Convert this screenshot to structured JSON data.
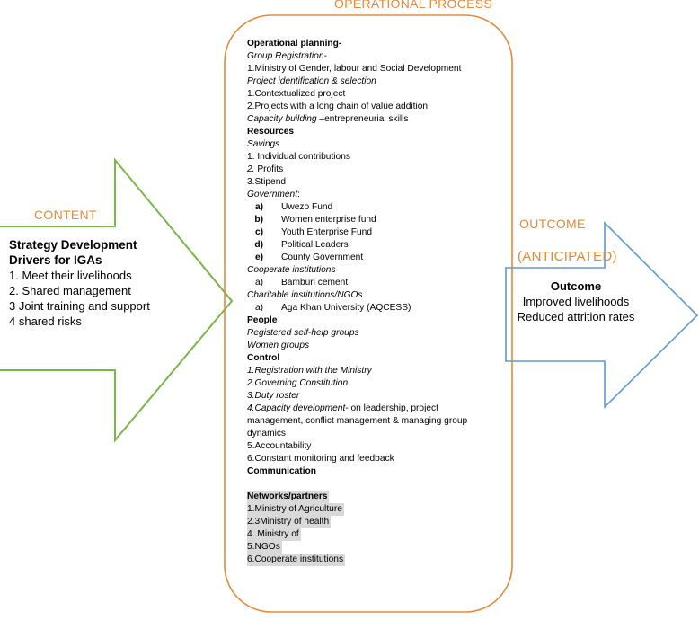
{
  "headers": {
    "process": "OPERATIONAL PROCESS",
    "content": "CONTENT",
    "outcome": "OUTCOME",
    "anticipated": "(ANTICIPATED)"
  },
  "colors": {
    "content_arrow": "#7ab648",
    "process_box": "#e8893a",
    "outcome_arrow": "#5b9bd5",
    "header_text": "#e8893a"
  },
  "content": {
    "title_line1": "Strategy Development",
    "title_line2": "Drivers for IGAs",
    "items": [
      "1. Meet their livelihoods",
      "2. Shared management",
      "3 Joint training and support",
      "4 shared risks"
    ]
  },
  "process": {
    "op_planning": "Operational planning-",
    "group_registration": "Group Registration-",
    "gr_1": "1.Ministry of Gender, labour and Social Development",
    "project_id": "Project identification & selection",
    "pi_1": "1.Contextualized project",
    "pi_2": "2.Projects with a long chain of value addition",
    "capacity_building_label": "Capacity building",
    "capacity_building_rest": " –entrepreneurial skills",
    "resources": "Resources",
    "savings": "Savings",
    "sv_1": "1. Individual contributions",
    "sv_2_num": "2.",
    "sv_2_text": " Profits",
    "sv_3": "3.Stipend",
    "government_label": "Government",
    "government_colon": ":",
    "gov_items": [
      {
        "letter": "a)",
        "text": "Uwezo Fund"
      },
      {
        "letter": "b)",
        "text": "Women enterprise fund"
      },
      {
        "letter": "c)",
        "text": "Youth Enterprise Fund"
      },
      {
        "letter": "d)",
        "text": "Political Leaders"
      },
      {
        "letter": "e)",
        "text": "County Government"
      }
    ],
    "cooperate": "Cooperate institutions",
    "coop_letter": "a)",
    "coop_text": "Bamburi cement",
    "charitable": "Charitable institutions/NGOs",
    "char_letter": "a)",
    "char_text": "Aga Khan University (AQCESS)",
    "people": "People",
    "people_1": "Registered self-help groups",
    "people_2": "Women groups",
    "control": "Control",
    "ctrl_1": "1.Registration with the Ministry",
    "ctrl_2": "2.Governing Constitution",
    "ctrl_3": "3.Duty roster",
    "ctrl_4_label": "4.Capacity development",
    "ctrl_4_rest1": "- on leadership, project",
    "ctrl_4_rest2": "management, conflict management & managing group",
    "ctrl_4_rest3": "dynamics",
    "ctrl_5": "5.Accountability",
    "ctrl_6": "6.Constant monitoring and feedback",
    "communication": "Communication",
    "networks": "Networks/partners",
    "net_items": [
      "1.Ministry of Agriculture",
      "2.3Ministry of health",
      "4..Ministry of",
      "5.NGOs",
      "6.Cooperate institutions"
    ]
  },
  "outcome": {
    "title": "Outcome",
    "line1": "Improved livelihoods",
    "line2": "Reduced attrition rates"
  }
}
